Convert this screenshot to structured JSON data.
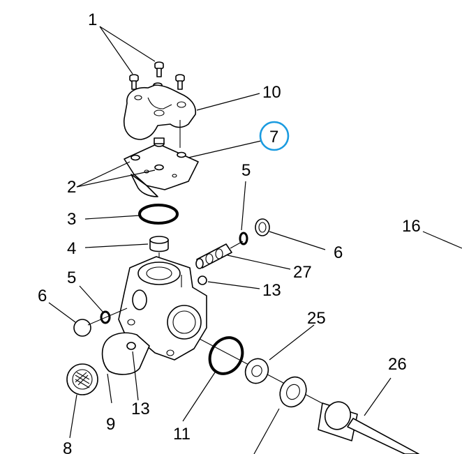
{
  "diagram": {
    "highlight_color": "#1a9be0",
    "callouts": [
      {
        "id": "c1a",
        "text": "1"
      },
      {
        "id": "c10",
        "text": "10"
      },
      {
        "id": "c7",
        "text": "7"
      },
      {
        "id": "c2",
        "text": "2"
      },
      {
        "id": "c3",
        "text": "3"
      },
      {
        "id": "c4",
        "text": "4"
      },
      {
        "id": "c5a",
        "text": "5"
      },
      {
        "id": "c5b",
        "text": "5"
      },
      {
        "id": "c6a",
        "text": "6"
      },
      {
        "id": "c6b",
        "text": "6"
      },
      {
        "id": "c27",
        "text": "27"
      },
      {
        "id": "c13a",
        "text": "13"
      },
      {
        "id": "c13b",
        "text": "13"
      },
      {
        "id": "c16",
        "text": "16"
      },
      {
        "id": "c25",
        "text": "25"
      },
      {
        "id": "c26",
        "text": "26"
      },
      {
        "id": "c9",
        "text": "9"
      },
      {
        "id": "c11",
        "text": "11"
      },
      {
        "id": "c8",
        "text": "8"
      }
    ]
  }
}
